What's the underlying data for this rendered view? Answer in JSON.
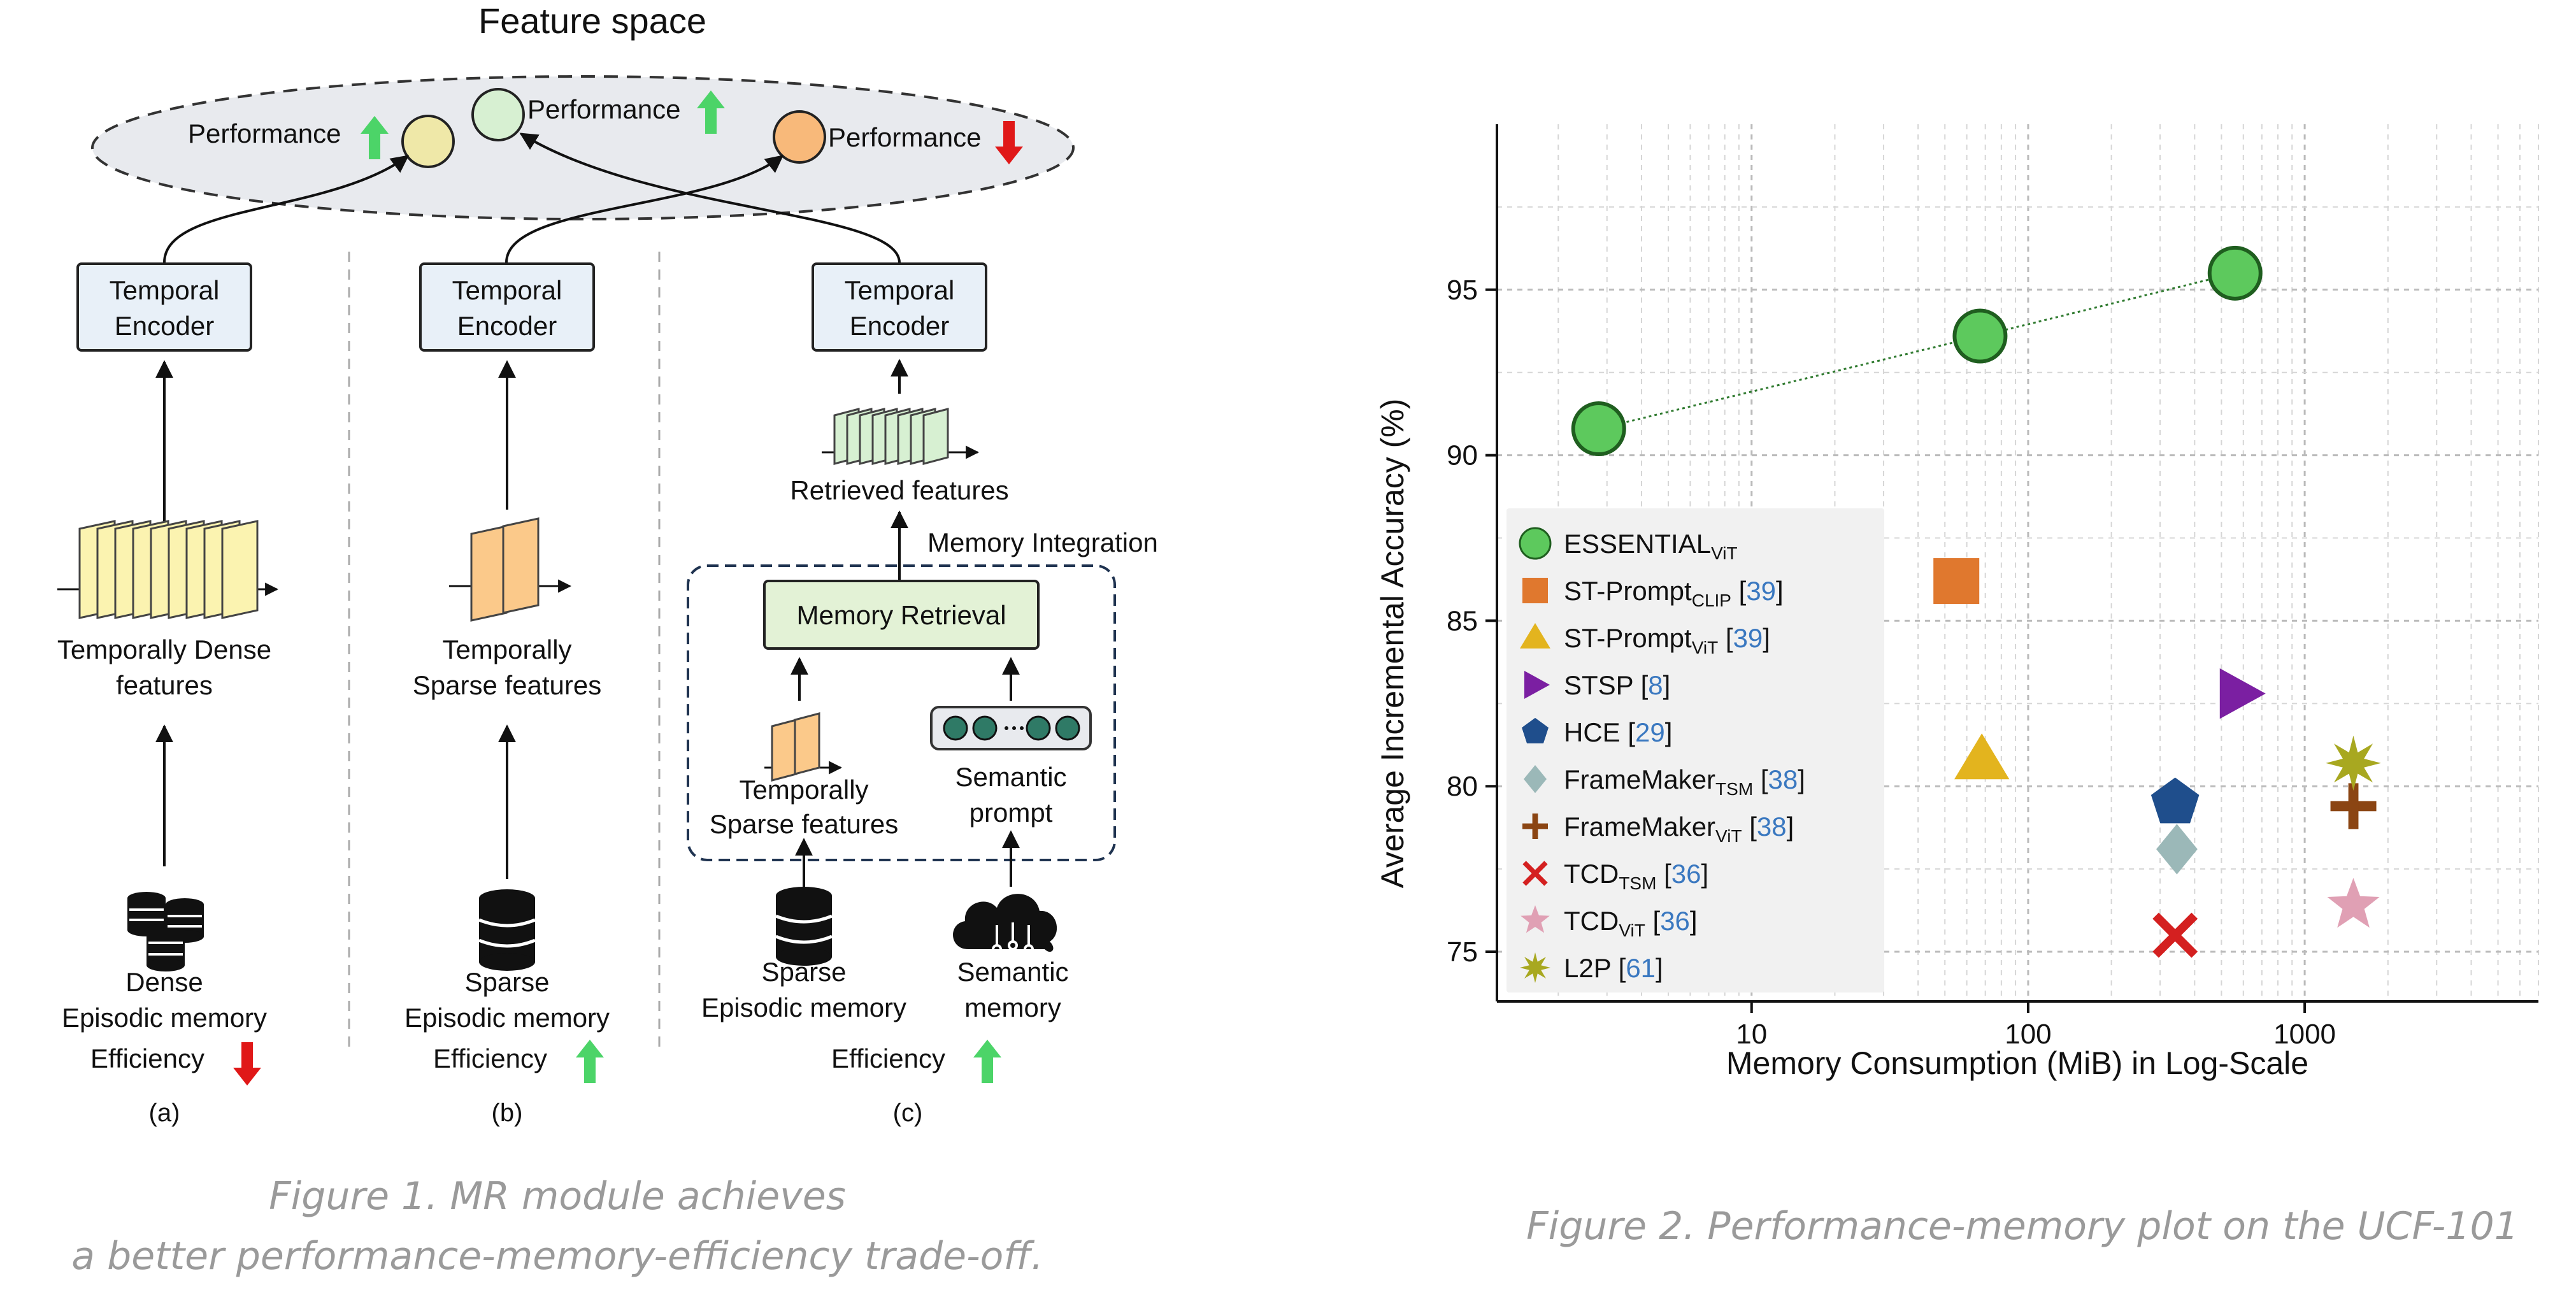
{
  "figure1": {
    "feature_space_title": "Feature space",
    "performance_label": "Performance",
    "panel_a": {
      "encoder_line1": "Temporal",
      "encoder_line2": "Encoder",
      "features_line1": "Temporally Dense",
      "features_line2": "features",
      "memory_line1": "Dense",
      "memory_line2": "Episodic memory",
      "efficiency": "Efficiency",
      "efficiency_trend": "down",
      "performance_trend": "up",
      "letter": "(a)"
    },
    "panel_b": {
      "encoder_line1": "Temporal",
      "encoder_line2": "Encoder",
      "features_line1": "Temporally",
      "features_line2": "Sparse features",
      "memory_line1": "Sparse",
      "memory_line2": "Episodic memory",
      "efficiency": "Efficiency",
      "efficiency_trend": "up",
      "performance_trend": "down",
      "letter": "(b)"
    },
    "panel_c": {
      "encoder_line1": "Temporal",
      "encoder_line2": "Encoder",
      "retrieved": "Retrieved features",
      "integration": "Memory Integration",
      "retrieval": "Memory Retrieval",
      "sparse_line1": "Temporally",
      "sparse_line2": "Sparse features",
      "prompt_line1": "Semantic",
      "prompt_line2": "prompt",
      "memory1_line1": "Sparse",
      "memory1_line2": "Episodic memory",
      "memory2_line1": "Semantic",
      "memory2_line2": "memory",
      "efficiency": "Efficiency",
      "efficiency_trend": "up",
      "performance_trend": "up",
      "letter": "(c)"
    },
    "caption_line1": "Figure 1. MR module achieves",
    "caption_line2": "a better performance-memory-efficiency trade-off."
  },
  "chart_data": {
    "type": "scatter",
    "title": "",
    "xlabel": "Memory Consumption (MiB) in Log-Scale",
    "ylabel": "Average Incremental Accuracy (%)",
    "x_scale": "log",
    "xlim": [
      1.2,
      7000
    ],
    "ylim": [
      73.5,
      100
    ],
    "xticks": [
      {
        "value": 10,
        "label": "10"
      },
      {
        "value": 100,
        "label": "100"
      },
      {
        "value": 1000,
        "label": "1000"
      }
    ],
    "yticks": [
      {
        "value": 75,
        "label": "75"
      },
      {
        "value": 80,
        "label": "80"
      },
      {
        "value": 85,
        "label": "85"
      },
      {
        "value": 90,
        "label": "90"
      },
      {
        "value": 95,
        "label": "95"
      }
    ],
    "grid": true,
    "legend_position": "left-bottom",
    "series": [
      {
        "name": "ESSENTIAL",
        "sub": "ViT",
        "ref": "",
        "marker": "circle",
        "color": "#5dc95d",
        "points": [
          {
            "x": 2.8,
            "y": 90.8
          },
          {
            "x": 67,
            "y": 93.6
          },
          {
            "x": 560,
            "y": 95.5
          }
        ],
        "connect": true
      },
      {
        "name": "ST-Prompt",
        "sub": "CLIP",
        "ref": "39",
        "marker": "square",
        "color": "#e0782e",
        "points": [
          {
            "x": 55,
            "y": 86.2
          }
        ]
      },
      {
        "name": "ST-Prompt",
        "sub": "ViT",
        "ref": "39",
        "marker": "triangle-up",
        "color": "#e3b41e",
        "points": [
          {
            "x": 68,
            "y": 80.8
          }
        ]
      },
      {
        "name": "STSP",
        "sub": "",
        "ref": "8",
        "marker": "triangle-right",
        "color": "#7b1fa2",
        "points": [
          {
            "x": 580,
            "y": 82.8
          }
        ]
      },
      {
        "name": "HCE",
        "sub": "",
        "ref": "29",
        "marker": "pentagon",
        "color": "#1f4e8c",
        "points": [
          {
            "x": 340,
            "y": 79.5
          }
        ]
      },
      {
        "name": "FrameMaker",
        "sub": "TSM",
        "ref": "38",
        "marker": "diamond",
        "color": "#9bb8b8",
        "points": [
          {
            "x": 345,
            "y": 78.1
          }
        ]
      },
      {
        "name": "FrameMaker",
        "sub": "ViT",
        "ref": "38",
        "marker": "plus",
        "color": "#8b4513",
        "points": [
          {
            "x": 1500,
            "y": 79.4
          }
        ]
      },
      {
        "name": "TCD",
        "sub": "TSM",
        "ref": "36",
        "marker": "x",
        "color": "#d42020",
        "points": [
          {
            "x": 340,
            "y": 75.5
          }
        ]
      },
      {
        "name": "TCD",
        "sub": "ViT",
        "ref": "36",
        "marker": "star",
        "color": "#e0a0b4",
        "points": [
          {
            "x": 1500,
            "y": 76.4
          }
        ]
      },
      {
        "name": "L2P",
        "sub": "",
        "ref": "61",
        "marker": "star8",
        "color": "#a8a820",
        "points": [
          {
            "x": 1500,
            "y": 80.7
          }
        ]
      }
    ]
  },
  "figure2": {
    "caption": "Figure 2. Performance-memory plot on the UCF-101"
  }
}
